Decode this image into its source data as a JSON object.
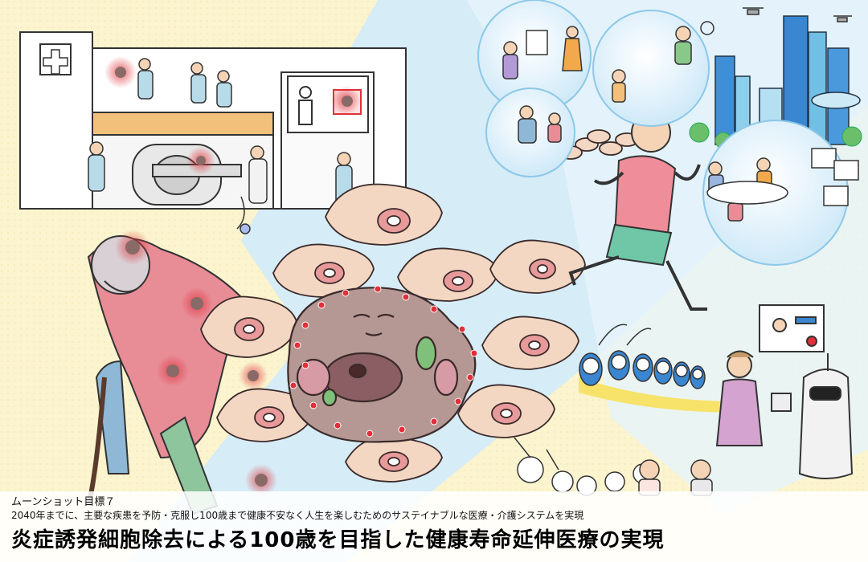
{
  "caption": {
    "goal_label": "ムーンショット目標７",
    "goal_text": "2040年までに、主要な疾患を予防・克服し100歳まで健康不安なく人生を楽しむためのサステイナブルな医療・介護システムを実現",
    "title": "炎症誘発細胞除去による100歳を目指した健康寿命延伸医療の実現"
  },
  "colors": {
    "background_left": "#fbf4cf",
    "path_band": "#d6ecf7",
    "bubble": "#e9f6fd",
    "cell_fill": "#f3d7c3",
    "nucleus": "#e89a9a",
    "big_cell": "#b59893",
    "glow_red": "#e0303a",
    "shirt_pink": "#ef8e9a",
    "shorts_green": "#6fc7a8"
  },
  "icons": {
    "hospital": "hospital-building-icon",
    "mri": "mri-scanner-icon",
    "drone": "drone-icon",
    "robot": "care-robot-icon"
  }
}
